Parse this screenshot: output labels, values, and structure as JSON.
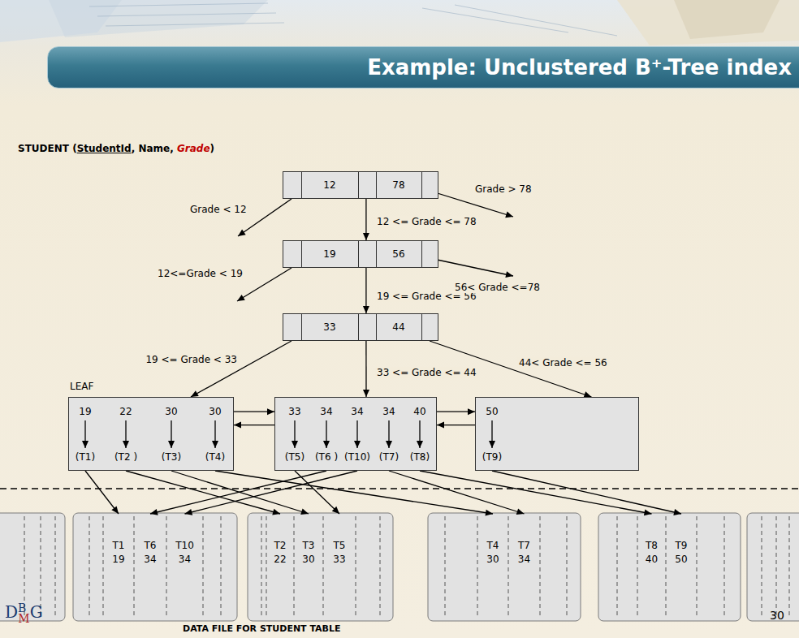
{
  "diagram": {
    "title": "Example: Unclustered B⁺-Tree index",
    "caption": "DATA FILE FOR STUDENT TABLE",
    "nodes": [
      {
        "text": [
          "12",
          "78"
        ]
      },
      {
        "text": [
          "19",
          "56"
        ]
      },
      {
        "text": [
          "33",
          "44"
        ]
      },
      {
        "text": [
          "19",
          "22",
          "30",
          "30",
          "(T1)",
          "(T2 )",
          "(T3)",
          "(T4)"
        ]
      },
      {
        "text": [
          "33",
          "34",
          "34",
          "34",
          "40",
          "(T5)",
          "(T6 )",
          "(T10)",
          "(T7)",
          "(T8)"
        ]
      },
      {
        "text": [
          "50",
          "(T9)"
        ]
      },
      {
        "text": [
          "T1",
          "19"
        ]
      },
      {
        "text": [
          "T6",
          "34"
        ]
      },
      {
        "text": [
          "T10",
          "34"
        ]
      },
      {
        "text": [
          "T2",
          "22"
        ]
      },
      {
        "text": [
          "T3",
          "30"
        ]
      },
      {
        "text": [
          "T5",
          "33"
        ]
      },
      {
        "text": [
          "T4",
          "30"
        ]
      },
      {
        "text": [
          "T7",
          "34"
        ]
      },
      {
        "text": [
          "T8",
          "40"
        ]
      },
      {
        "text": [
          "T9",
          "50"
        ]
      }
    ],
    "edges": [
      {
        "from": 0,
        "to": 1,
        "arrow": "to",
        "label": "12 <= Grade <= 78"
      },
      {
        "from": 1,
        "to": 2,
        "arrow": "to",
        "label": "19 <= Grade <= 56"
      },
      {
        "from": 2,
        "to": 3,
        "arrow": "to",
        "label": "19 <= Grade < 33"
      },
      {
        "from": 2,
        "to": 4,
        "arrow": "to",
        "label": "33 <= Grade <= 44"
      },
      {
        "from": 2,
        "to": 5,
        "arrow": "to",
        "label": "44< Grade <= 56"
      },
      {
        "from": 3,
        "to": 4,
        "arrow": "to"
      },
      {
        "from": 4,
        "to": 3,
        "arrow": "to"
      },
      {
        "from": 4,
        "to": 5,
        "arrow": "to"
      },
      {
        "from": 5,
        "to": 4,
        "arrow": "to"
      },
      {
        "from": 3,
        "to": 6,
        "arrow": "to"
      },
      {
        "from": 3,
        "to": 9,
        "arrow": "to"
      },
      {
        "from": 3,
        "to": 10,
        "arrow": "to"
      },
      {
        "from": 3,
        "to": 12,
        "arrow": "to"
      },
      {
        "from": 4,
        "to": 11,
        "arrow": "to"
      },
      {
        "from": 4,
        "to": 7,
        "arrow": "to"
      },
      {
        "from": 4,
        "to": 8,
        "arrow": "to"
      },
      {
        "from": 4,
        "to": 13,
        "arrow": "to"
      },
      {
        "from": 4,
        "to": 14,
        "arrow": "to"
      },
      {
        "from": 5,
        "to": 15,
        "arrow": "to"
      }
    ],
    "labels": [
      "STUDENT (StudentId, Name, Grade)",
      "Grade < 12",
      "Grade > 78",
      "12<=Grade < 19",
      "56< Grade <=78",
      "LEAF",
      "DBMG",
      "30"
    ]
  }
}
